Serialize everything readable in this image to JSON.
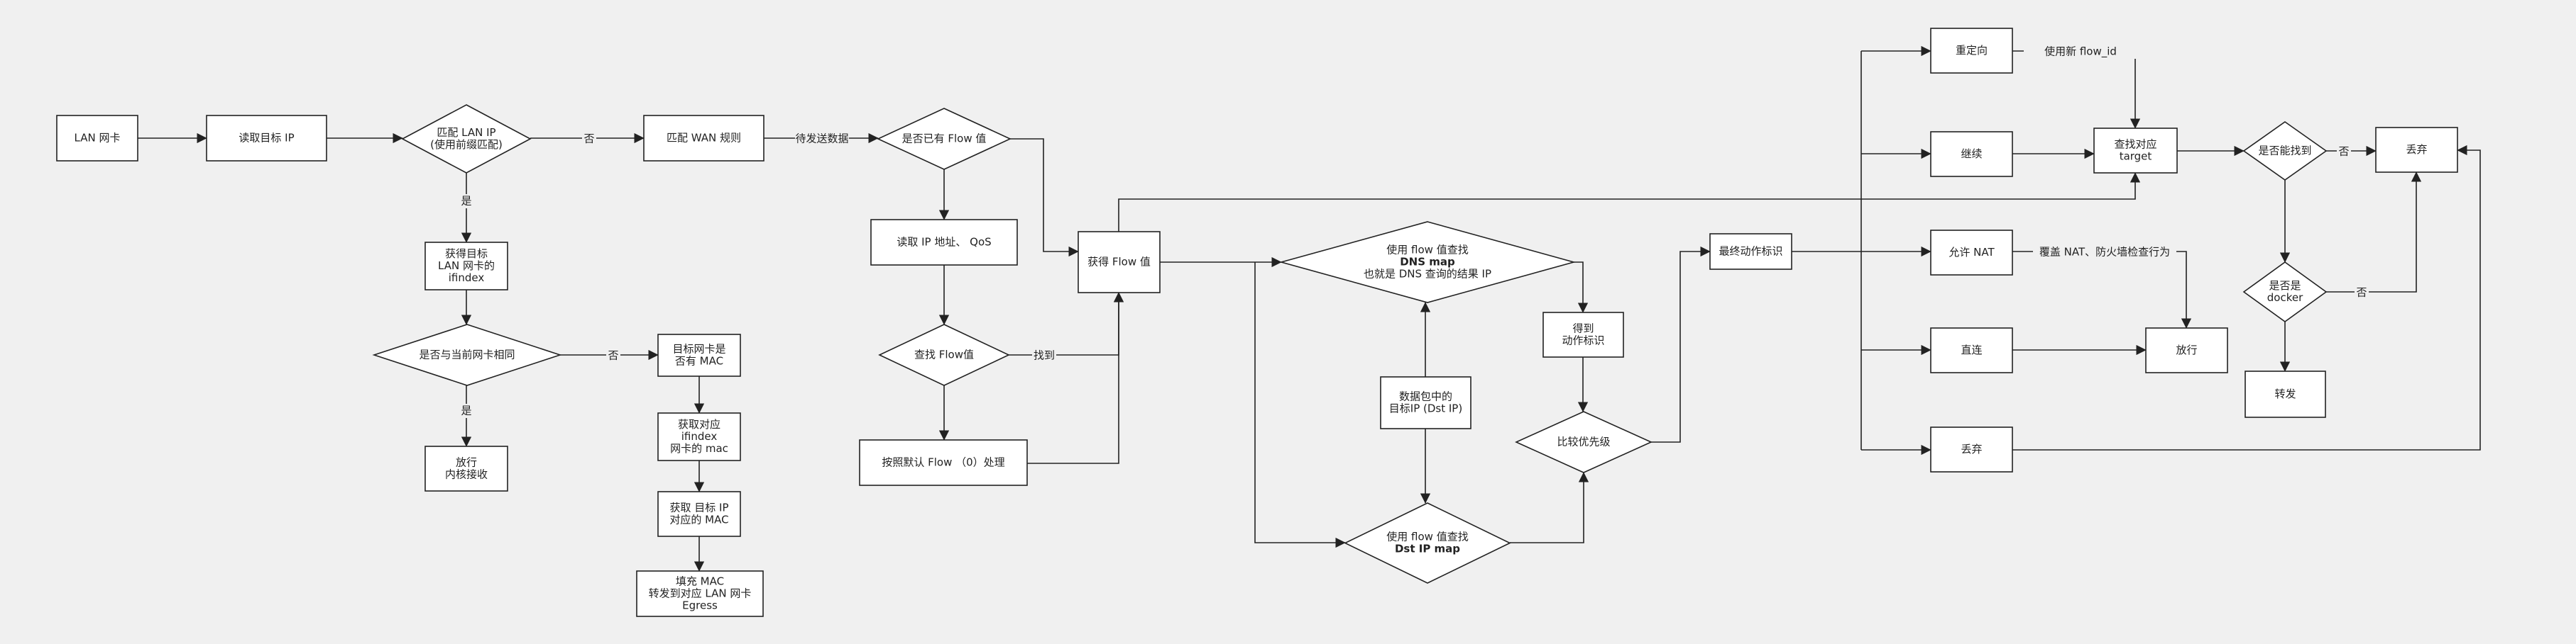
{
  "nodes": {
    "lan_nic": [
      "LAN 网卡"
    ],
    "read_target_ip": [
      "读取目标 IP"
    ],
    "match_lan_ip": [
      "匹配 LAN IP",
      "(使用前缀匹配)"
    ],
    "match_wan_rule": [
      "匹配 WAN 规则"
    ],
    "has_flow_value": [
      "是否已有 Flow 值"
    ],
    "get_target_ifindex": [
      "获得目标",
      "LAN 网卡的",
      "ifindex"
    ],
    "same_as_current_nic": [
      "是否与当前网卡相同"
    ],
    "pass_kernel": [
      "放行",
      "内核接收"
    ],
    "target_nic_has_mac": [
      "目标网卡是",
      "否有 MAC"
    ],
    "get_ifindex_mac": [
      "获取对应",
      "ifindex",
      "网卡的 mac"
    ],
    "get_target_ip_mac": [
      "获取 目标 IP",
      "对应的 MAC"
    ],
    "fill_mac_egress": [
      "填充 MAC",
      "转发到对应 LAN 网卡",
      "Egress"
    ],
    "read_ip_qos": [
      "读取 IP 地址、 QoS"
    ],
    "lookup_flow": [
      "查找 Flow值"
    ],
    "default_flow": [
      "按照默认 Flow （0）处理"
    ],
    "get_flow_value": [
      "获得 Flow 值"
    ],
    "dns_map_lookup": [
      "使用 flow 值查找",
      "DNS map",
      "也就是 DNS 查询的结果 IP"
    ],
    "packet_dst_ip": [
      "数据包中的",
      "目标IP (Dst IP)"
    ],
    "dst_ip_map_lookup": [
      "使用 flow 值查找",
      "Dst IP map"
    ],
    "get_action_mark": [
      "得到",
      "动作标识"
    ],
    "compare_priority": [
      "比较优先级"
    ],
    "final_action_mark": [
      "最终动作标识"
    ],
    "redirect": [
      "重定向"
    ],
    "continue": [
      "继续"
    ],
    "allow_nat": [
      "允许 NAT"
    ],
    "direct": [
      "直连"
    ],
    "drop_left": [
      "丢弃"
    ],
    "find_flow_target": [
      "查找对应",
      "target"
    ],
    "can_find": [
      "是否能找到"
    ],
    "drop_right": [
      "丢弃"
    ],
    "is_docker": [
      "是否是",
      "docker"
    ],
    "forward": [
      "转发"
    ],
    "pass_right": [
      "放行"
    ]
  },
  "edge_labels": {
    "no_wan": "否",
    "yes_lan": "是",
    "to_send_data": "待发送数据",
    "no_same": "否",
    "yes_same": "是",
    "found": "找到",
    "use_new_flow_id": "使用新 flow_id",
    "override_nat": "覆盖 NAT、防火墙检查行为",
    "no_find": "否",
    "no_docker": "否"
  },
  "colors": {
    "background": "#f0f0f0",
    "node_fill": "#ffffff",
    "stroke": "#222222"
  }
}
